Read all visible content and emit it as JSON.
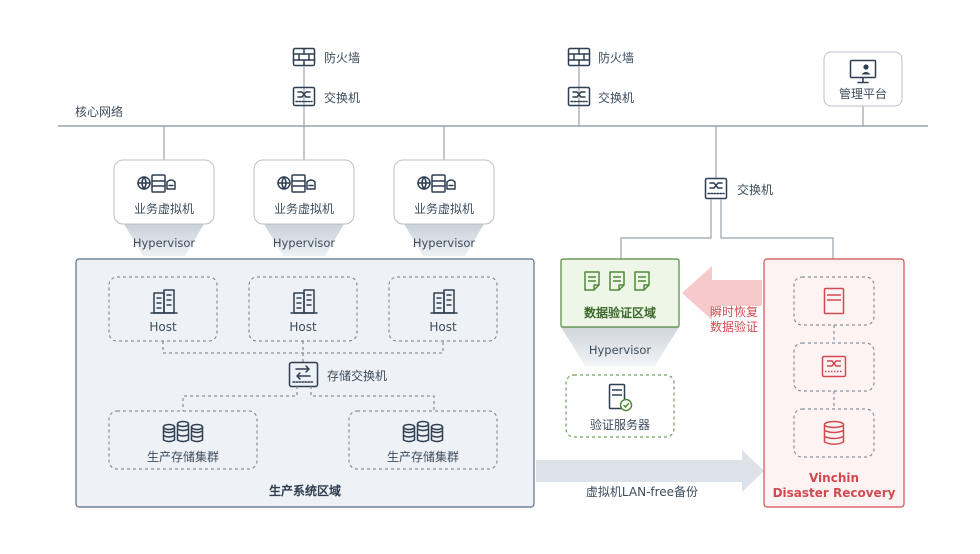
{
  "core_network": {
    "label": "核心网络"
  },
  "firewalls": [
    {
      "label": "防火墙"
    },
    {
      "label": "防火墙"
    }
  ],
  "switches_top": [
    {
      "label": "交换机"
    },
    {
      "label": "交换机"
    }
  ],
  "management": {
    "label": "管理平台"
  },
  "switch_right": {
    "label": "交换机"
  },
  "vms": [
    {
      "label": "业务虚拟机",
      "hypervisor": "Hypervisor"
    },
    {
      "label": "业务虚拟机",
      "hypervisor": "Hypervisor"
    },
    {
      "label": "业务虚拟机",
      "hypervisor": "Hypervisor"
    }
  ],
  "production_zone": {
    "title": "生产系统区域",
    "hosts": [
      {
        "label": "Host"
      },
      {
        "label": "Host"
      },
      {
        "label": "Host"
      }
    ],
    "storage_switch": "存储交换机",
    "clusters": [
      {
        "label": "生产存储集群"
      },
      {
        "label": "生产存储集群"
      }
    ]
  },
  "validation_zone": {
    "title": "数据验证区域",
    "hypervisor": "Hypervisor",
    "server": "验证服务器"
  },
  "instant_restore": {
    "line1": "瞬时恢复",
    "line2": "数据验证"
  },
  "backup_arrow": {
    "label": "虚拟机LAN-free备份"
  },
  "vinchin": {
    "line1": "Vinchin",
    "line2": "Disaster Recovery"
  },
  "colors": {
    "production_fill": "#eef1f5",
    "production_border": "#5a6d82",
    "validation_green": "#4f8a3a",
    "validation_fill": "#eef6e8",
    "vinchin_red": "#d24a4f",
    "vinchin_fill": "#fdf3f3",
    "arrow_grey": "#dde2e8",
    "arrow_pink": "#f6c9cb"
  }
}
